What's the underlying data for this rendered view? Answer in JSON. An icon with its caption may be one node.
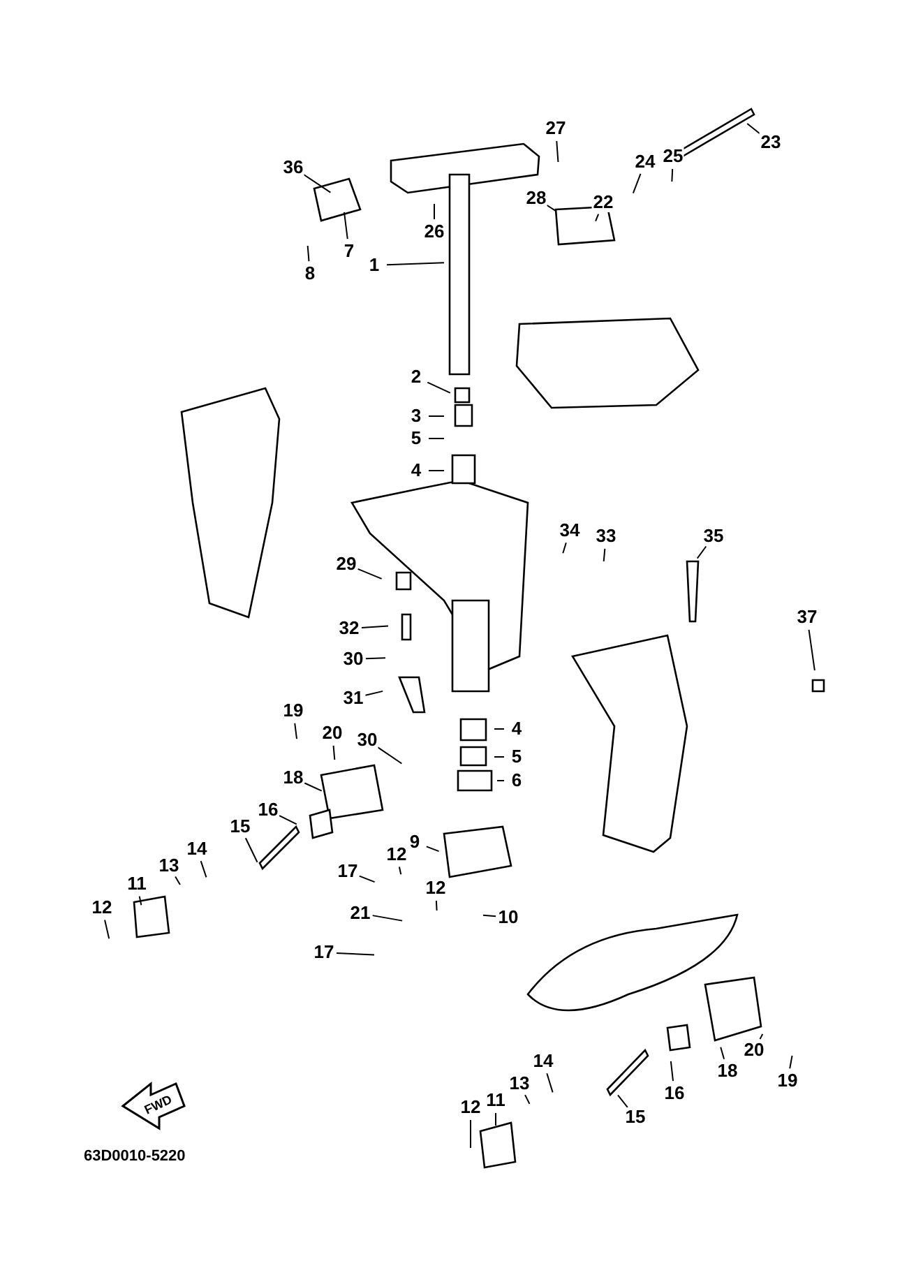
{
  "diagram": {
    "nodes": [
      {
        "text": [
          "36"
        ]
      },
      {
        "text": [
          "27"
        ]
      },
      {
        "text": [
          "23"
        ]
      },
      {
        "text": [
          "28"
        ]
      },
      {
        "text": [
          "24"
        ]
      },
      {
        "text": [
          "25"
        ]
      },
      {
        "text": [
          "22"
        ]
      },
      {
        "text": [
          "7"
        ]
      },
      {
        "text": [
          "26"
        ]
      },
      {
        "text": [
          "8"
        ]
      },
      {
        "text": [
          "1"
        ]
      },
      {
        "text": [
          "2"
        ]
      },
      {
        "text": [
          "3"
        ]
      },
      {
        "text": [
          "5"
        ]
      },
      {
        "text": [
          "4"
        ]
      },
      {
        "text": [
          "34"
        ]
      },
      {
        "text": [
          "33"
        ]
      },
      {
        "text": [
          "35"
        ]
      },
      {
        "text": [
          "37"
        ]
      },
      {
        "text": [
          "29"
        ]
      },
      {
        "text": [
          "32"
        ]
      },
      {
        "text": [
          "30"
        ]
      },
      {
        "text": [
          "31"
        ]
      },
      {
        "text": [
          "4"
        ]
      },
      {
        "text": [
          "19"
        ]
      },
      {
        "text": [
          "20"
        ]
      },
      {
        "text": [
          "5"
        ]
      },
      {
        "text": [
          "30"
        ]
      },
      {
        "text": [
          "6"
        ]
      },
      {
        "text": [
          "18"
        ]
      },
      {
        "text": [
          "16"
        ]
      },
      {
        "text": [
          "15"
        ]
      },
      {
        "text": [
          "9"
        ]
      },
      {
        "text": [
          "14"
        ]
      },
      {
        "text": [
          "13"
        ]
      },
      {
        "text": [
          "17"
        ]
      },
      {
        "text": [
          "12"
        ]
      },
      {
        "text": [
          "11"
        ]
      },
      {
        "text": [
          "12"
        ]
      },
      {
        "text": [
          "12"
        ]
      },
      {
        "text": [
          "21"
        ]
      },
      {
        "text": [
          "10"
        ]
      },
      {
        "text": [
          "17"
        ]
      },
      {
        "text": [
          "20"
        ]
      },
      {
        "text": [
          "19"
        ]
      },
      {
        "text": [
          "18"
        ]
      },
      {
        "text": [
          "14"
        ]
      },
      {
        "text": [
          "16"
        ]
      },
      {
        "text": [
          "13"
        ]
      },
      {
        "text": [
          "11"
        ]
      },
      {
        "text": [
          "15"
        ]
      },
      {
        "text": [
          "12"
        ]
      }
    ],
    "edges": [
      {
        "from": 0,
        "to": null,
        "arrow": "none"
      },
      {
        "from": 1,
        "to": null,
        "arrow": "none"
      },
      {
        "from": 2,
        "to": null,
        "arrow": "none"
      },
      {
        "from": 3,
        "to": null,
        "arrow": "none"
      },
      {
        "from": 4,
        "to": null,
        "arrow": "none"
      },
      {
        "from": 5,
        "to": null,
        "arrow": "none"
      },
      {
        "from": 6,
        "to": null,
        "arrow": "none"
      },
      {
        "from": 7,
        "to": null,
        "arrow": "none"
      },
      {
        "from": 8,
        "to": null,
        "arrow": "none"
      },
      {
        "from": 9,
        "to": null,
        "arrow": "none"
      },
      {
        "from": 10,
        "to": null,
        "arrow": "none"
      },
      {
        "from": 11,
        "to": null,
        "arrow": "none"
      },
      {
        "from": 12,
        "to": null,
        "arrow": "none"
      },
      {
        "from": 13,
        "to": null,
        "arrow": "none"
      },
      {
        "from": 14,
        "to": null,
        "arrow": "none"
      },
      {
        "from": 15,
        "to": null,
        "arrow": "none"
      },
      {
        "from": 16,
        "to": null,
        "arrow": "none"
      },
      {
        "from": 17,
        "to": null,
        "arrow": "none"
      },
      {
        "from": 18,
        "to": null,
        "arrow": "none"
      },
      {
        "from": 19,
        "to": null,
        "arrow": "none"
      },
      {
        "from": 20,
        "to": null,
        "arrow": "none"
      },
      {
        "from": 21,
        "to": null,
        "arrow": "none"
      },
      {
        "from": 22,
        "to": null,
        "arrow": "none"
      },
      {
        "from": 23,
        "to": null,
        "arrow": "none"
      },
      {
        "from": 24,
        "to": null,
        "arrow": "none"
      },
      {
        "from": 25,
        "to": null,
        "arrow": "none"
      },
      {
        "from": 26,
        "to": null,
        "arrow": "none"
      },
      {
        "from": 27,
        "to": null,
        "arrow": "none"
      },
      {
        "from": 28,
        "to": null,
        "arrow": "none"
      },
      {
        "from": 29,
        "to": null,
        "arrow": "none"
      },
      {
        "from": 30,
        "to": null,
        "arrow": "none"
      },
      {
        "from": 31,
        "to": null,
        "arrow": "none"
      },
      {
        "from": 32,
        "to": null,
        "arrow": "none"
      },
      {
        "from": 33,
        "to": null,
        "arrow": "none"
      },
      {
        "from": 34,
        "to": null,
        "arrow": "none"
      },
      {
        "from": 35,
        "to": null,
        "arrow": "none"
      },
      {
        "from": 36,
        "to": null,
        "arrow": "none"
      },
      {
        "from": 37,
        "to": null,
        "arrow": "none"
      },
      {
        "from": 38,
        "to": null,
        "arrow": "none"
      },
      {
        "from": 39,
        "to": null,
        "arrow": "none"
      },
      {
        "from": 40,
        "to": null,
        "arrow": "none"
      },
      {
        "from": 41,
        "to": null,
        "arrow": "none"
      },
      {
        "from": 42,
        "to": null,
        "arrow": "none"
      },
      {
        "from": 43,
        "to": null,
        "arrow": "none"
      },
      {
        "from": 44,
        "to": null,
        "arrow": "none"
      },
      {
        "from": 45,
        "to": null,
        "arrow": "none"
      },
      {
        "from": 46,
        "to": null,
        "arrow": "none"
      },
      {
        "from": 47,
        "to": null,
        "arrow": "none"
      },
      {
        "from": 48,
        "to": null,
        "arrow": "none"
      },
      {
        "from": 49,
        "to": null,
        "arrow": "none"
      },
      {
        "from": 50,
        "to": null,
        "arrow": "none"
      },
      {
        "from": 51,
        "to": null,
        "arrow": "none"
      }
    ],
    "labels": [
      "FWD",
      "63D0010-5220"
    ]
  }
}
